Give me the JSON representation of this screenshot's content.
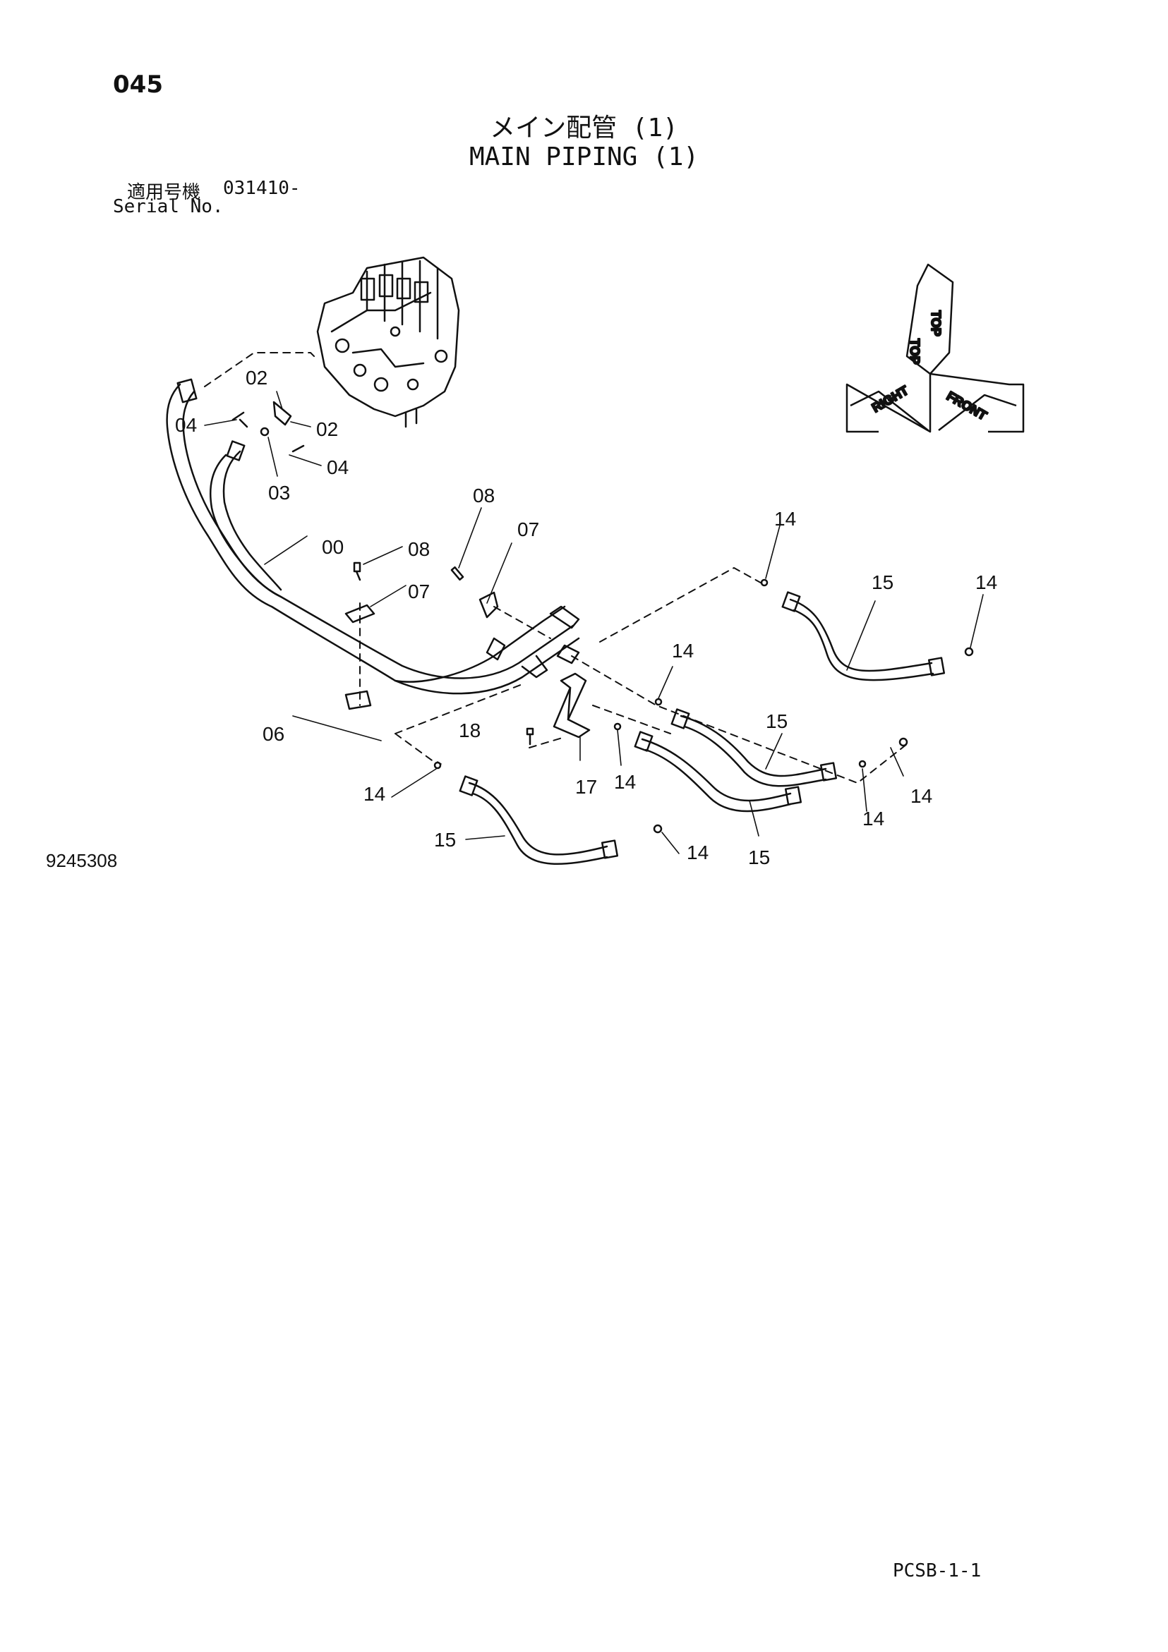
{
  "header": {
    "page_number": "045",
    "title_jp": "メイン配管 (1)",
    "title_en": "MAIN PIPING (1)",
    "serial_jp_label": "適用号機",
    "serial_value": "031410-",
    "serial_en_label": "Serial No."
  },
  "view_indicator": {
    "top": "TOP",
    "right": "RIGHT",
    "front": "FRONT"
  },
  "part_labels": {
    "p00": "00",
    "p02a": "02",
    "p02b": "02",
    "p03": "03",
    "p04a": "04",
    "p04b": "04",
    "p06": "06",
    "p07a": "07",
    "p07b": "07",
    "p08a": "08",
    "p08b": "08",
    "p14a": "14",
    "p14b": "14",
    "p14c": "14",
    "p14d": "14",
    "p14e": "14",
    "p14f": "14",
    "p14g": "14",
    "p14h": "14",
    "p15a": "15",
    "p15b": "15",
    "p15c": "15",
    "p15d": "15",
    "p17": "17",
    "p18": "18"
  },
  "footer": {
    "drawing_number": "9245308",
    "page_code": "PCSB-1-1"
  }
}
